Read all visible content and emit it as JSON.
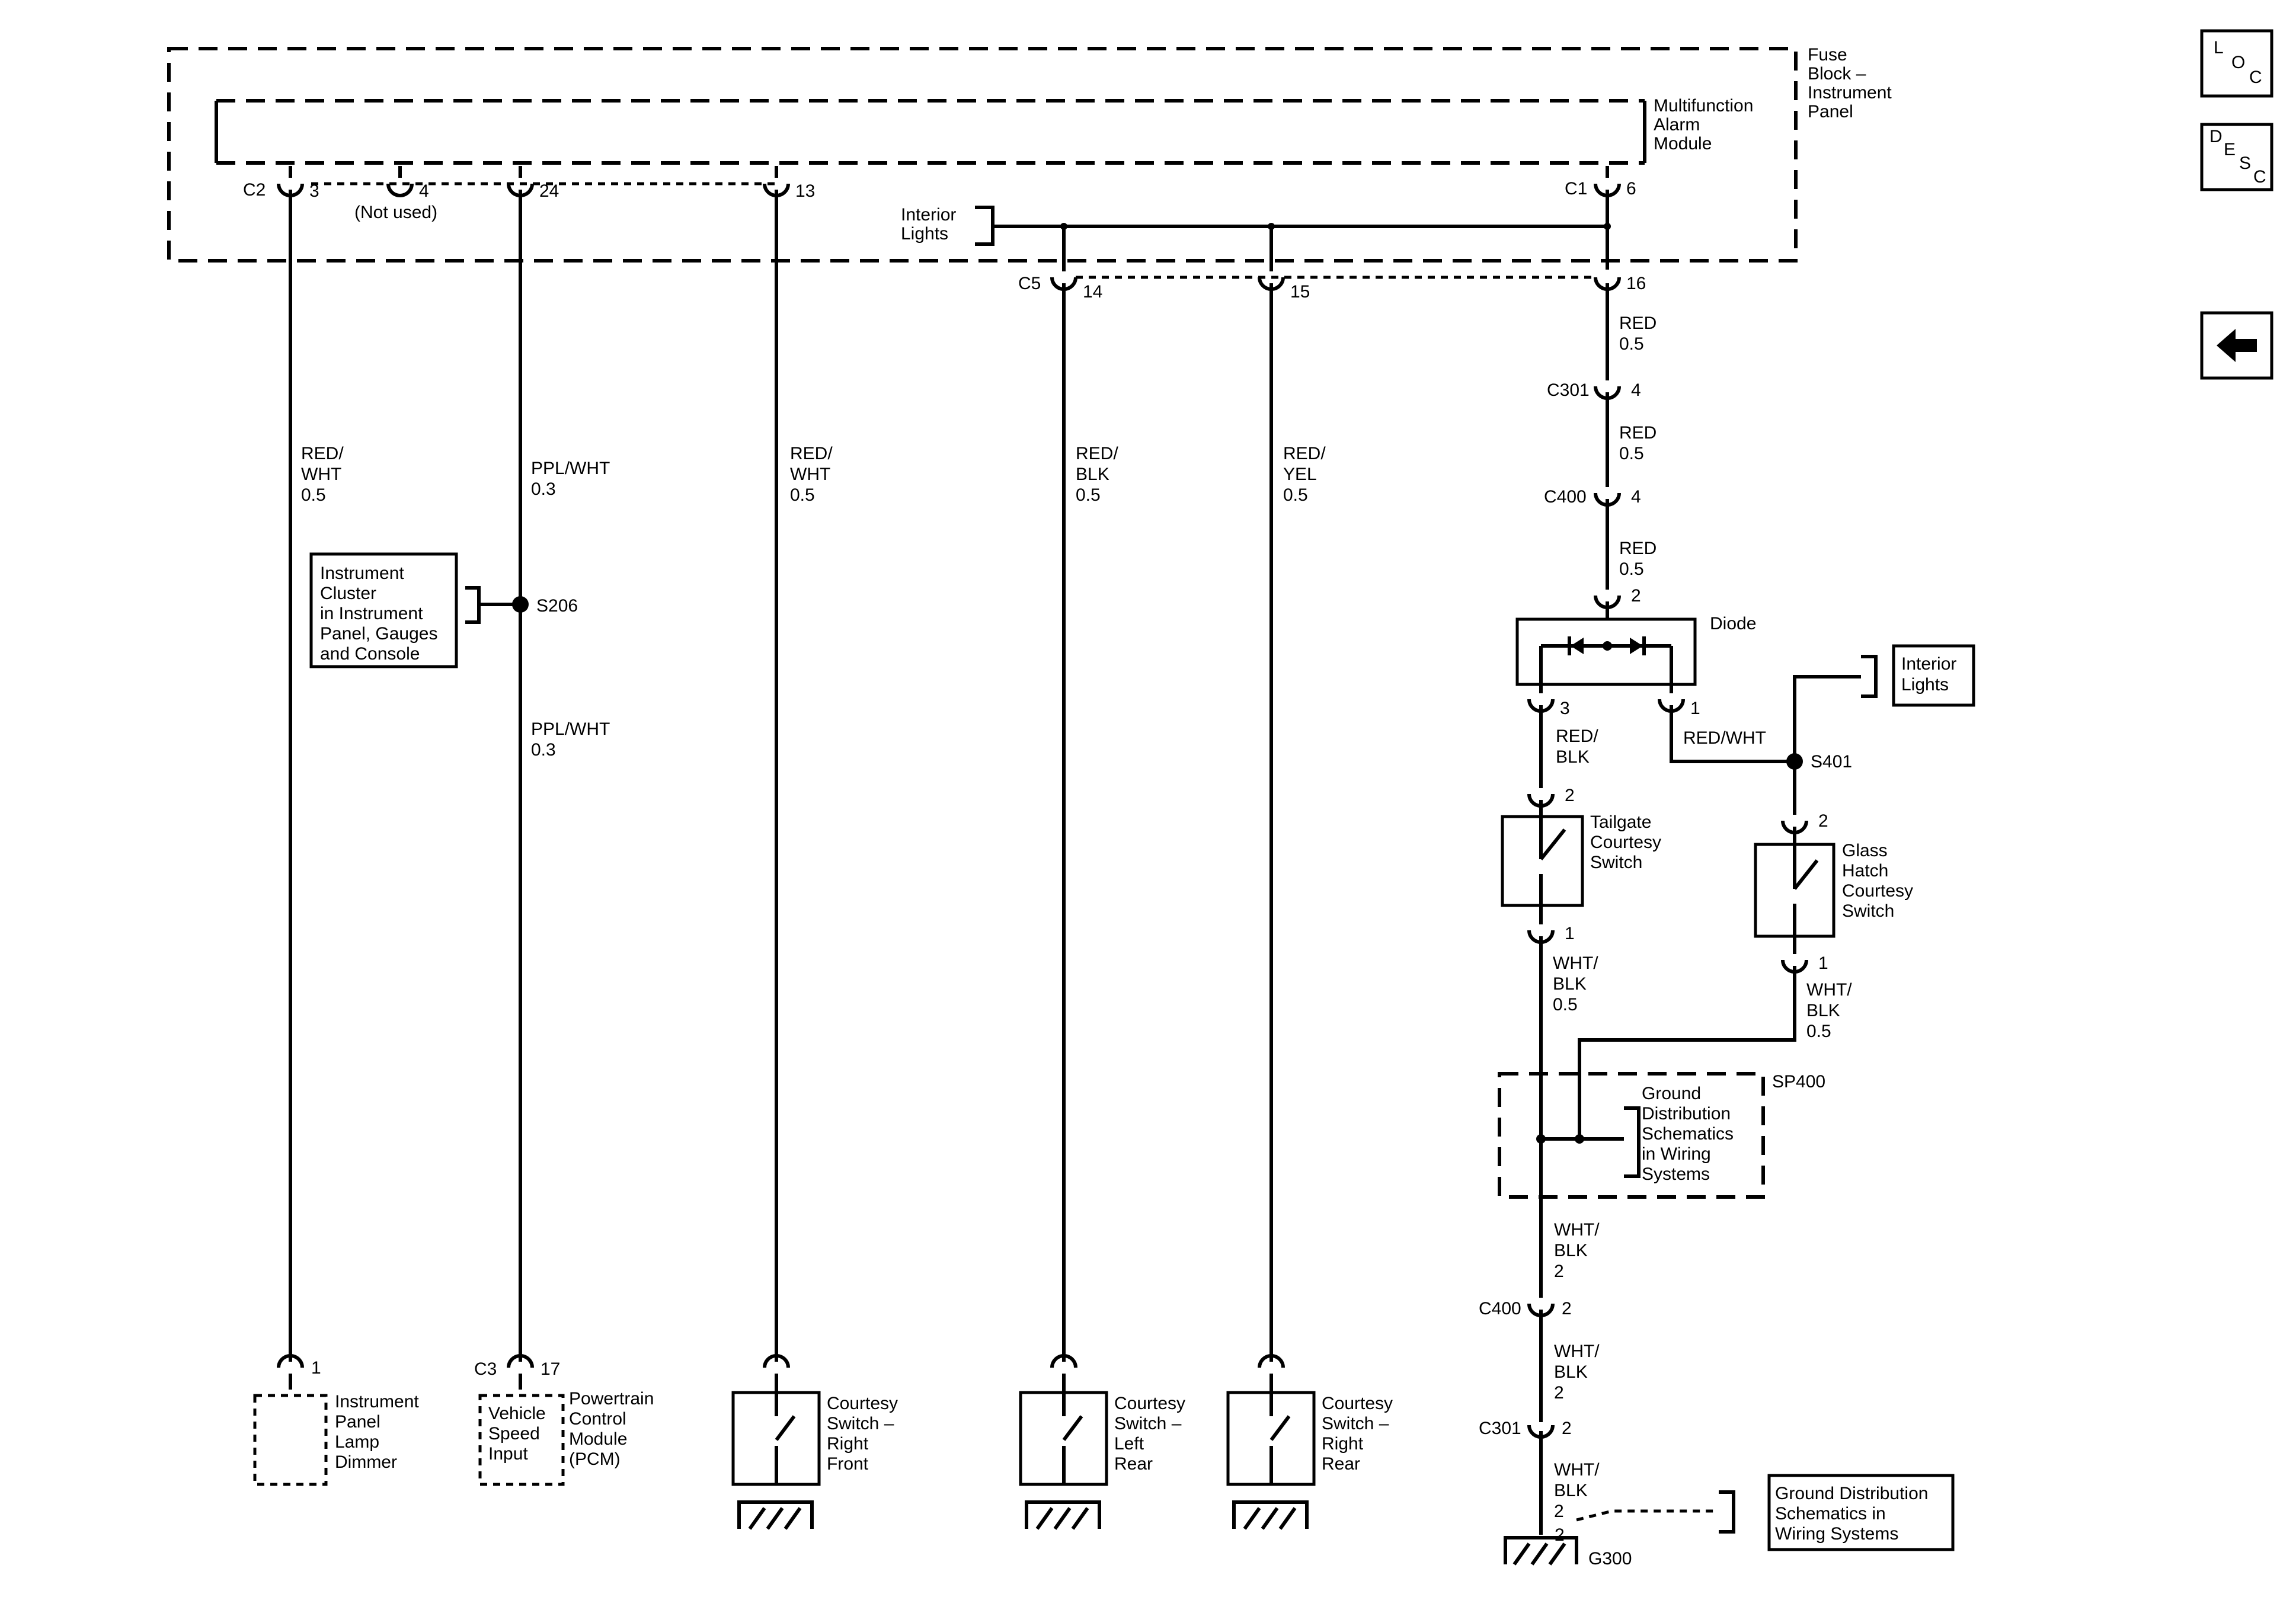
{
  "modules": {
    "fuse_block": [
      "Fuse",
      "Block –",
      "Instrument",
      "Panel"
    ],
    "alarm_module": [
      "Multifunction",
      "Alarm",
      "Module"
    ],
    "interior_lights_top": [
      "Interior",
      "Lights"
    ],
    "interior_lights_right": [
      "Interior",
      "Lights"
    ],
    "instrument_cluster": [
      "Instrument",
      "Cluster",
      "in Instrument",
      "Panel, Gauges",
      "and Console"
    ],
    "diode": "Diode",
    "tailgate_switch": [
      "Tailgate",
      "Courtesy",
      "Switch"
    ],
    "glass_hatch_switch": [
      "Glass",
      "Hatch",
      "Courtesy",
      "Switch"
    ],
    "ground_dist_sp400": [
      "Ground",
      "Distribution",
      "Schematics",
      "in Wiring",
      "Systems"
    ],
    "ground_dist_g300": [
      "Ground Distribution",
      "Schematics in",
      "Wiring Systems"
    ],
    "ip_lamp_dimmer": [
      "Instrument",
      "Panel",
      "Lamp",
      "Dimmer"
    ],
    "vss_input": [
      "Vehicle",
      "Speed",
      "Input"
    ],
    "pcm": [
      "Powertrain",
      "Control",
      "Module",
      "(PCM)"
    ],
    "courtesy_rf": [
      "Courtesy",
      "Switch –",
      "Right",
      "Front"
    ],
    "courtesy_lr": [
      "Courtesy",
      "Switch –",
      "Left",
      "Rear"
    ],
    "courtesy_rr": [
      "Courtesy",
      "Switch –",
      "Right",
      "Rear"
    ]
  },
  "connectors": {
    "c2": "C2",
    "c2_pin3": "3",
    "c2_pin4": "4",
    "not_used": "(Not used)",
    "c2_pin24": "24",
    "c2_pin13": "13",
    "c1": "C1",
    "c1_pin6": "6",
    "c5": "C5",
    "c5_pin14": "14",
    "c5_pin15": "15",
    "c5_pin16": "16",
    "c301_a": "C301",
    "c301_a_pin": "4",
    "c400_a": "C400",
    "c400_a_pin": "4",
    "diode_pin2": "2",
    "diode_pin3": "3",
    "diode_pin1": "1",
    "tailgate_pin2": "2",
    "tailgate_pin1": "1",
    "glass_pin2": "2",
    "glass_pin1": "1",
    "c400_b": "C400",
    "c400_b_pin": "2",
    "c301_b": "C301",
    "c301_b_pin": "2",
    "g300_pin": "2",
    "dimmer_pin": "1",
    "c3": "C3",
    "c3_pin17": "17"
  },
  "splices": {
    "s206": "S206",
    "s401": "S401",
    "sp400": "SP400",
    "g300": "G300"
  },
  "wires": {
    "w_c2_3": [
      "RED/",
      "WHT",
      "0.5"
    ],
    "w_c2_24_upper": [
      "PPL/WHT",
      "0.3"
    ],
    "w_c2_24_lower": [
      "PPL/WHT",
      "0.3"
    ],
    "w_c2_13": [
      "RED/",
      "WHT",
      "0.5"
    ],
    "w_c5_14": [
      "RED/",
      "BLK",
      "0.5"
    ],
    "w_c5_15": [
      "RED/",
      "YEL",
      "0.5"
    ],
    "w_red_1": [
      "RED",
      "0.5"
    ],
    "w_red_2": [
      "RED",
      "0.5"
    ],
    "w_red_3": [
      "RED",
      "0.5"
    ],
    "w_diode_3": [
      "RED/",
      "BLK"
    ],
    "w_diode_1": "RED/WHT",
    "w_tailgate_gnd": [
      "WHT/",
      "BLK",
      "0.5"
    ],
    "w_glass_gnd": [
      "WHT/",
      "BLK",
      "0.5"
    ],
    "w_gnd_1": [
      "WHT/",
      "BLK",
      "2"
    ],
    "w_gnd_2": [
      "WHT/",
      "BLK",
      "2"
    ],
    "w_gnd_3": [
      "WHT/",
      "BLK",
      "2"
    ]
  },
  "nav": {
    "loc": [
      "L",
      "O",
      "C"
    ],
    "desc": [
      "D",
      "E",
      "S",
      "C"
    ],
    "back_icon": "left-arrow-icon"
  }
}
